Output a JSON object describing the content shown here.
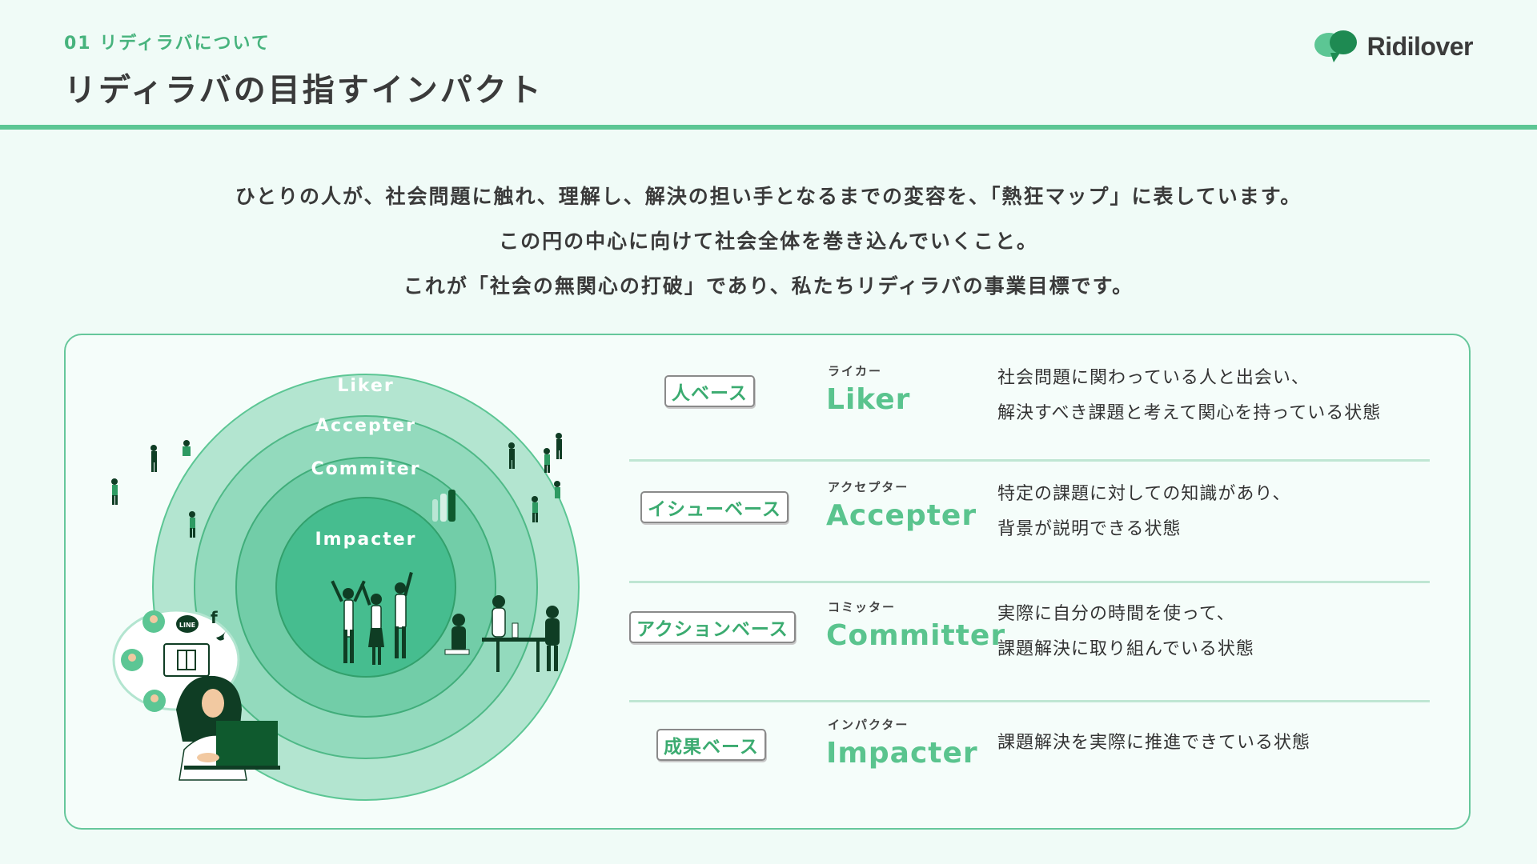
{
  "header": {
    "eyebrow": "01 リディラバについて",
    "title": "リディラバの目指すインパクト",
    "logo_text": "Ridilover"
  },
  "intro": {
    "lines": [
      "ひとりの人が、社会問題に触れ、理解し、解決の担い手となるまでの変容を、「熱狂マップ」に表しています。",
      "この円の中心に向けて社会全体を巻き込んでいくこと。",
      "これが「社会の無関心の打破」であり、私たちリディラバの事業目標です。"
    ]
  },
  "diagram": {
    "rings": [
      {
        "label": "Liker",
        "color": "#b3e5d0"
      },
      {
        "label": "Accepter",
        "color": "#93dabd"
      },
      {
        "label": "Commiter",
        "color": "#72cda8"
      },
      {
        "label": "Impacter",
        "color": "#46bd8f"
      }
    ],
    "sns_labels": {
      "line": "LINE",
      "facebook": "f"
    }
  },
  "rows": [
    {
      "base": "人ベース",
      "kana": "ライカー",
      "term": "Liker",
      "desc": [
        "社会問題に関わっている人と出会い、",
        "解決すべき課題と考えて関心を持っている状態"
      ]
    },
    {
      "base": "イシューベース",
      "kana": "アクセプター",
      "term": "Accepter",
      "desc": [
        "特定の課題に対しての知識があり、",
        "背景が説明できる状態"
      ]
    },
    {
      "base": "アクションベース",
      "kana": "コミッター",
      "term": "Committer",
      "desc": [
        "実際に自分の時間を使って、",
        "課題解決に取り組んでいる状態"
      ]
    },
    {
      "base": "成果ベース",
      "kana": "インパクター",
      "term": "Impacter",
      "desc": [
        "課題解決を実際に推進できている状態"
      ]
    }
  ],
  "colors": {
    "accent": "#5cc694",
    "term_green": "#5ac48e",
    "dark_green": "#0f5a2e"
  }
}
